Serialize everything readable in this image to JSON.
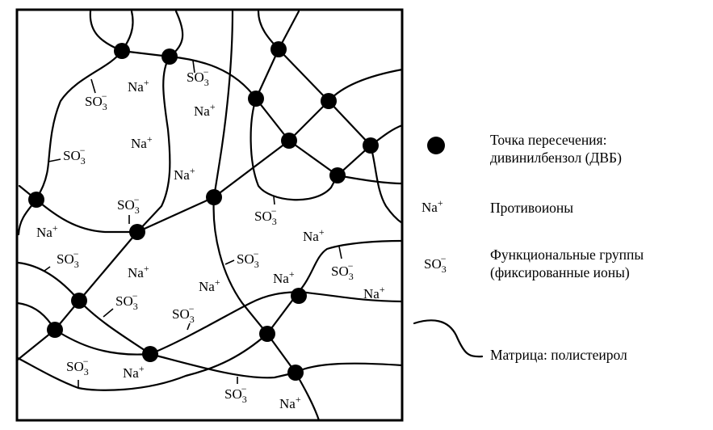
{
  "diagram": {
    "ion_labels": {
      "counterion": {
        "base": "Na",
        "sup": "+"
      },
      "functional": {
        "base": "SO",
        "sub": "3",
        "sup": "−"
      }
    },
    "counterion_count": 12,
    "functional_group_count": 12,
    "crosslink_count": 17
  },
  "legend": {
    "crosslink": {
      "line1": "Точка пересечения:",
      "line2": "дивинилбензол (ДВБ)"
    },
    "counterion": {
      "symbol_base": "Na",
      "symbol_sup": "+",
      "label": "Противоионы"
    },
    "functional": {
      "symbol_base": "SO",
      "symbol_sub": "3",
      "symbol_sup": "−",
      "line1": "Функциональные группы",
      "line2": "(фиксированные ионы)"
    },
    "matrix": {
      "label": "Матрица: полистеирол"
    }
  }
}
